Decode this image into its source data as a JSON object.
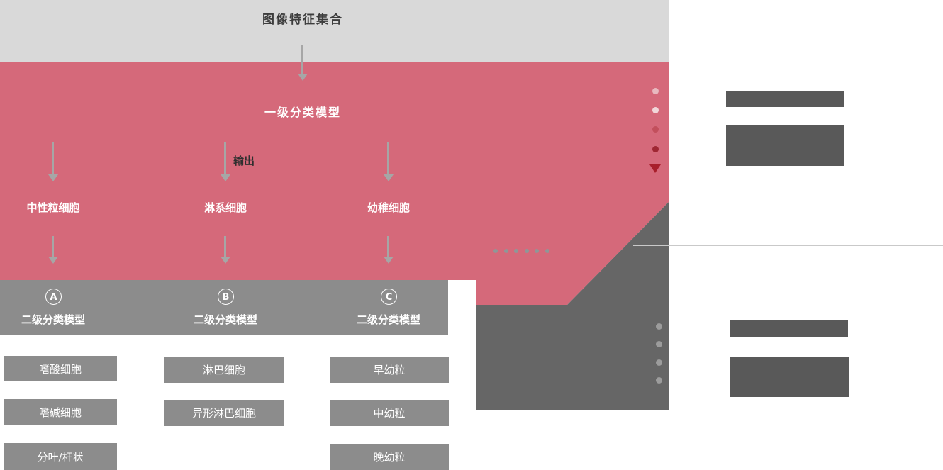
{
  "header": {
    "title": "图像特征集合"
  },
  "level1": {
    "label": "一级分类模型",
    "output_label": "输出"
  },
  "branches": [
    {
      "letter": "A",
      "category": "中性粒细胞",
      "model": "二级分类模型",
      "children": [
        "嗜酸细胞",
        "嗜碱细胞",
        "分叶/杆状"
      ]
    },
    {
      "letter": "B",
      "category": "淋系细胞",
      "model": "二级分类模型",
      "children": [
        "淋巴细胞",
        "异形淋巴细胞"
      ]
    },
    {
      "letter": "C",
      "category": "幼稚细胞",
      "model": "二级分类模型",
      "children": [
        "早幼粒",
        "中幼粒",
        "晚幼粒"
      ]
    }
  ],
  "colors": {
    "top_band": "#d9d9d9",
    "pink_panel": "#d5697a",
    "gray_box": "#8c8c8c",
    "dark_panel": "#666666",
    "legend_block": "#595959",
    "arrow": "#a6a6a6",
    "accent_red": "#a81f2b",
    "vertical_dots": [
      "#e8b9bf",
      "#f1d6d9",
      "#c24f5c",
      "#9f2733"
    ],
    "horizontal_dots": "#909697",
    "lower_dots": "#9c9c9c"
  }
}
